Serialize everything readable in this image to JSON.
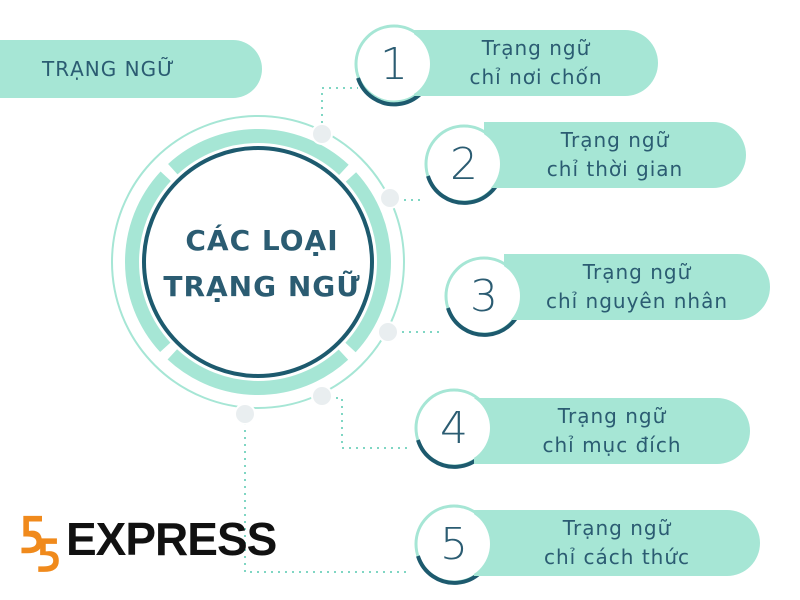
{
  "header": {
    "title": "TRẠNG NGỮ"
  },
  "center": {
    "line1": "CÁC LOẠI",
    "line2": "TRẠNG NGỮ"
  },
  "items": [
    {
      "number": "1",
      "line1": "Trạng ngữ",
      "line2": "chỉ nơi chốn"
    },
    {
      "number": "2",
      "line1": "Trạng ngữ",
      "line2": "chỉ thời gian"
    },
    {
      "number": "3",
      "line1": "Trạng ngữ",
      "line2": "chỉ nguyên nhân"
    },
    {
      "number": "4",
      "line1": "Trạng ngữ",
      "line2": "chỉ mục đích"
    },
    {
      "number": "5",
      "line1": "Trạng ngữ",
      "line2": "chỉ cách thức"
    }
  ],
  "logo": {
    "text": "EXPRESS"
  },
  "colors": {
    "accent": "#a6e6d5",
    "dark": "#1d5a6e",
    "text": "#2b5c72",
    "logo_orange": "#f08a1c"
  }
}
